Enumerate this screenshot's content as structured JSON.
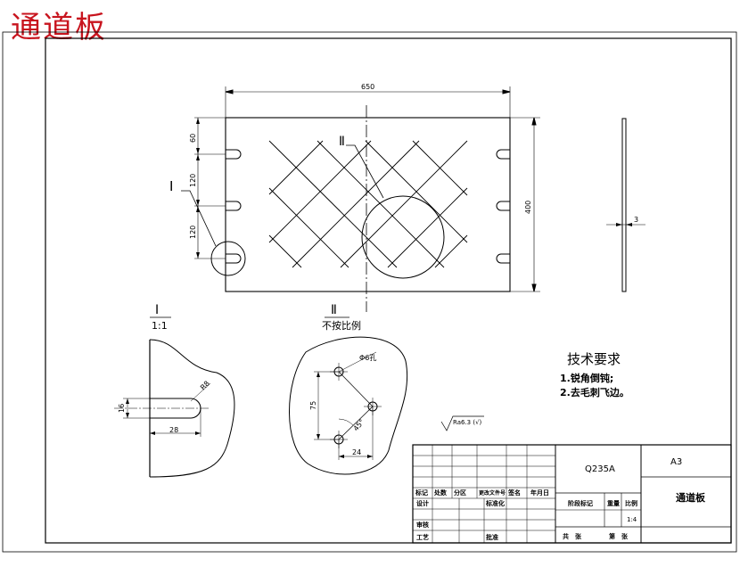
{
  "title": "通道板",
  "main_view": {
    "overall_width": "650",
    "overall_height": "400",
    "dim_60": "60",
    "dim_120_a": "120",
    "dim_120_b": "120",
    "detail_I_marker": "I",
    "detail_II_marker": "Ⅱ",
    "thickness": "3"
  },
  "detail_I": {
    "label": "I",
    "scale": "1:1",
    "slot_width": "16",
    "slot_length": "28",
    "radius": "R8"
  },
  "detail_II": {
    "label": "Ⅱ",
    "scale": "不按比例",
    "hole": "Φ6孔",
    "vertical": "75",
    "horizontal": "24",
    "angle": "45°"
  },
  "roughness": "Ra6.3 (√)",
  "tech_requirements": {
    "heading": "技术要求",
    "item1": "1.锐角倒钝;",
    "item2": "2.去毛刺飞边。"
  },
  "title_block": {
    "material": "Q235A",
    "sheet_size": "A3",
    "part_name": "通道板",
    "col_mark": "标记",
    "col_qty": "处数",
    "col_zone": "分区",
    "col_docno": "更改文件号",
    "col_sign": "签名",
    "col_date": "年月日",
    "row_design": "设计",
    "row_std": "标准化",
    "row_check": "审核",
    "row_process": "工艺",
    "row_approve": "批准",
    "stage_mark": "阶段标记",
    "weight_label": "重量",
    "scale_label": "比例",
    "scale_value": "1:4",
    "sheets_total": "共　张",
    "sheet_no": "第　张"
  }
}
